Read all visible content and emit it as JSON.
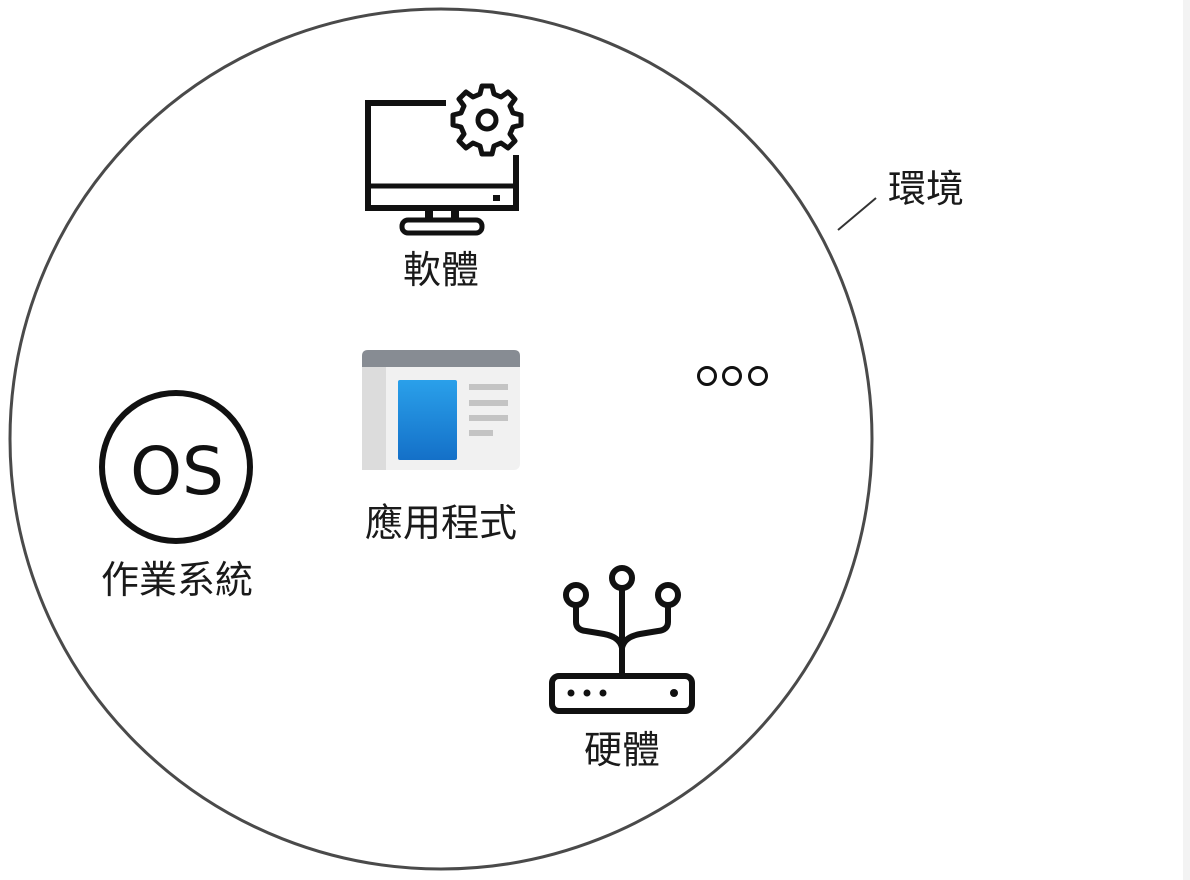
{
  "diagram": {
    "environment_label": "環境",
    "software_label": "軟體",
    "application_label": "應用程式",
    "os_label": "作業系統",
    "os_icon_text": "OS",
    "hardware_label": "硬體",
    "more_indicator": "ooo"
  },
  "icons": {
    "software": "monitor-gear-icon",
    "application": "app-window-icon",
    "os": "os-circle-icon",
    "hardware": "router-antenna-icon"
  },
  "colors": {
    "stroke": "#111111",
    "circle_stroke": "#4a4a4a",
    "app_blue_top": "#2aa0ea",
    "app_blue_bottom": "#1470c8",
    "app_titlebar": "#878c93",
    "app_sidebar": "#dcdcdc",
    "app_body": "#f1f1f1"
  }
}
